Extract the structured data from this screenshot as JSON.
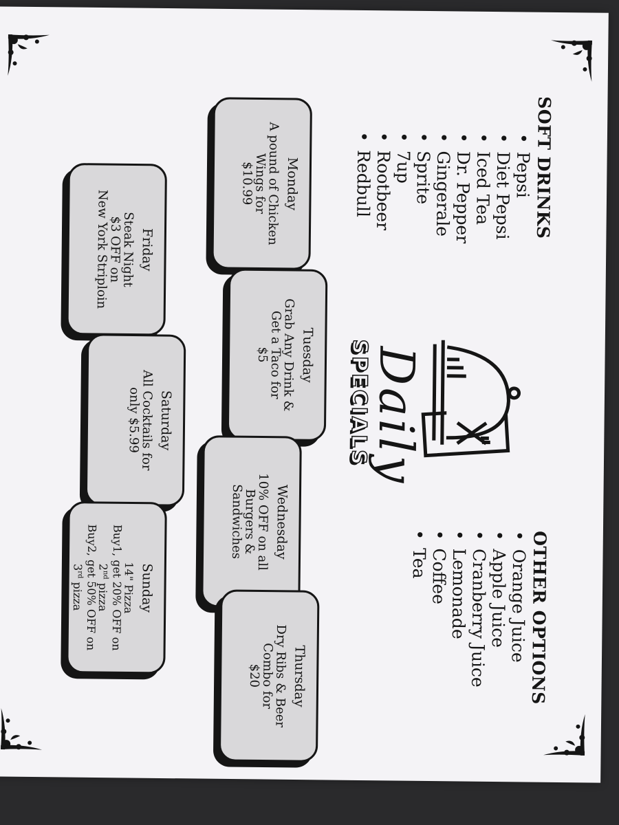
{
  "soft_drinks": {
    "title": "SOFT DRINKS",
    "items": [
      "Pepsi",
      "Diet Pepsi",
      "Iced Tea",
      "Dr. Pepper",
      "Gingerale",
      "Sprite",
      "7up",
      "Rootbeer",
      "Redbull"
    ]
  },
  "other_options": {
    "title": "OTHER OPTIONS",
    "items": [
      "Orange Juice",
      "Apple Juice",
      "Cranberry Juice",
      "Lemonade",
      "Coffee",
      "Tea"
    ]
  },
  "logo": {
    "word1": "Daily",
    "word2": "SPECIALS"
  },
  "specials": {
    "monday": {
      "day": "Monday",
      "desc": "A pound of Chicken\nWings for\n$10.99"
    },
    "tuesday": {
      "day": "Tuesday",
      "desc": "Grab Any Drink &\nGet a Taco for\n$5"
    },
    "wednesday": {
      "day": "Wednesday",
      "desc": "10% OFF on all\nBurgers &\nSandwiches"
    },
    "thursday": {
      "day": "Thursday",
      "desc": "Dry Ribs & Beer\nCombo for\n$20"
    },
    "friday": {
      "day": "Friday",
      "desc": "Steak Night\n$3 OFF on\nNew York Striploin"
    },
    "saturday": {
      "day": "Saturday",
      "desc": "All Cocktails for\nonly $5.99"
    },
    "sunday": {
      "day": "Sunday",
      "line1": "14\" Pizza",
      "line2a": "Buy1, get 20% OFF on",
      "line2b_num": "2",
      "line2b_sup": "nd",
      "line2b_rest": " pizza",
      "line3a": "Buy2, get 50% OFF on",
      "line3b_num": "3",
      "line3b_sup": "rd",
      "line3b_rest": " pizza"
    }
  }
}
